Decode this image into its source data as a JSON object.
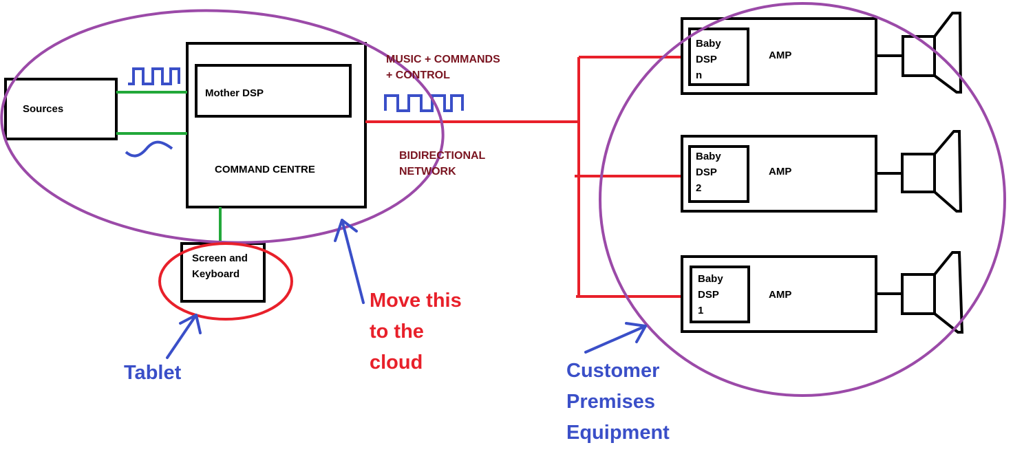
{
  "labels": {
    "sources": "Sources",
    "mother_dsp": "Mother DSP",
    "command_centre": "COMMAND CENTRE",
    "screen_keyboard": "Screen and\nKeyboard",
    "music_commands": "MUSIC + COMMANDS\n+ CONTROL",
    "bidirectional": "BIDIRECTIONAL\nNETWORK",
    "baby_dsp_n": "Baby\nDSP\nn",
    "baby_dsp_2": "Baby\nDSP\n2",
    "baby_dsp_1": "Baby\nDSP\n1",
    "amp_top": "AMP",
    "amp_middle": "AMP",
    "amp_bottom": "AMP"
  },
  "annotations": {
    "tablet": "Tablet",
    "move_to_cloud": "Move this\nto the\ncloud",
    "customer_premises": "Customer\nPremises\nEquipment"
  },
  "colors": {
    "box_outline": "#000000",
    "network_line": "#e8202a",
    "source_link": "#22a83a",
    "waveform": "#3a4fc8",
    "ellipse_purple": "#9b4aa8",
    "ellipse_red": "#e8202a",
    "arrow_blue": "#3a4fc8",
    "dark_red_text": "#7a1420",
    "cloud_text": "#e8202a",
    "blue_text": "#3a4fc8"
  }
}
